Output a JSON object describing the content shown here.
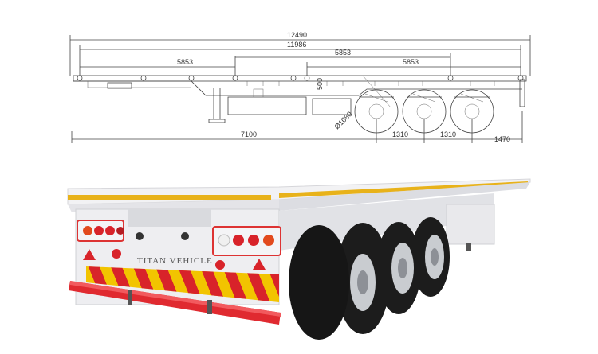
{
  "drawing": {
    "dims": {
      "overall_length": "12490",
      "platform_length": "11986",
      "front_to_kingpin_span": "5853",
      "mid_span": "5853",
      "rear_span": "5853",
      "height_step": "500",
      "wheel_diameter": "Ø1080",
      "kingpin_to_axle": "7100",
      "axle_spacing_1": "1310",
      "axle_spacing_2": "1310",
      "rear_overhang": "1470"
    }
  },
  "photo": {
    "brand_text": "TITAN VEHICLE",
    "colors": {
      "deck_white": "#f2f2f4",
      "stripe_yellow": "#e8b21a",
      "bumper_red": "#e02a30",
      "warning_red": "#d8232a",
      "warning_yellow": "#f2c400",
      "tire_black": "#1c1c1c",
      "rim_silver": "#c9ccd0"
    }
  }
}
